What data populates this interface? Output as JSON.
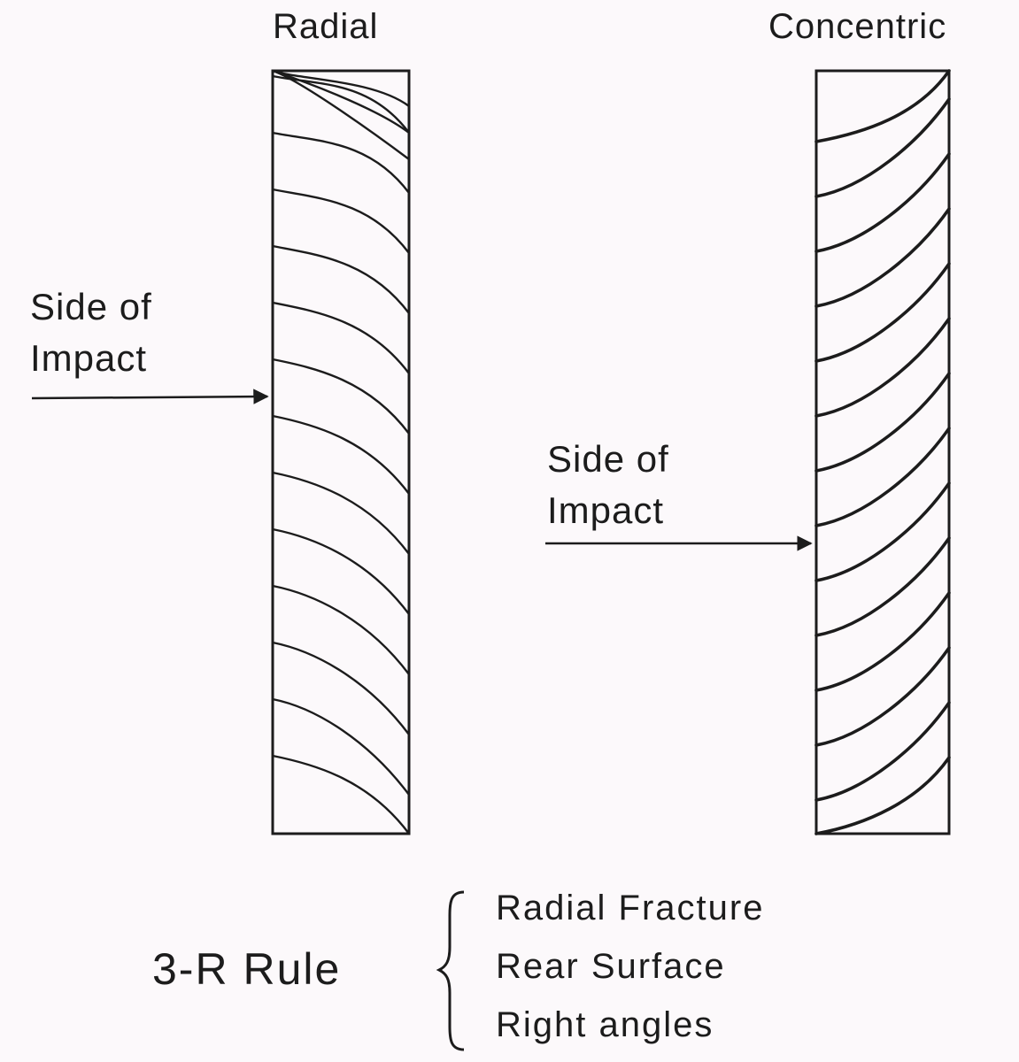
{
  "panels": {
    "radial": {
      "title": "Radial",
      "side_line1": "Side of",
      "side_line2": "Impact"
    },
    "concentric": {
      "title": "Concentric",
      "side_line1": "Side of",
      "side_line2": "Impact"
    }
  },
  "rule": {
    "name": "3-R Rule",
    "items": [
      "Radial Fracture",
      "Rear Surface",
      "Right angles"
    ]
  },
  "colors": {
    "ink": "#1c1c1c",
    "background": "#fcf9fb"
  }
}
